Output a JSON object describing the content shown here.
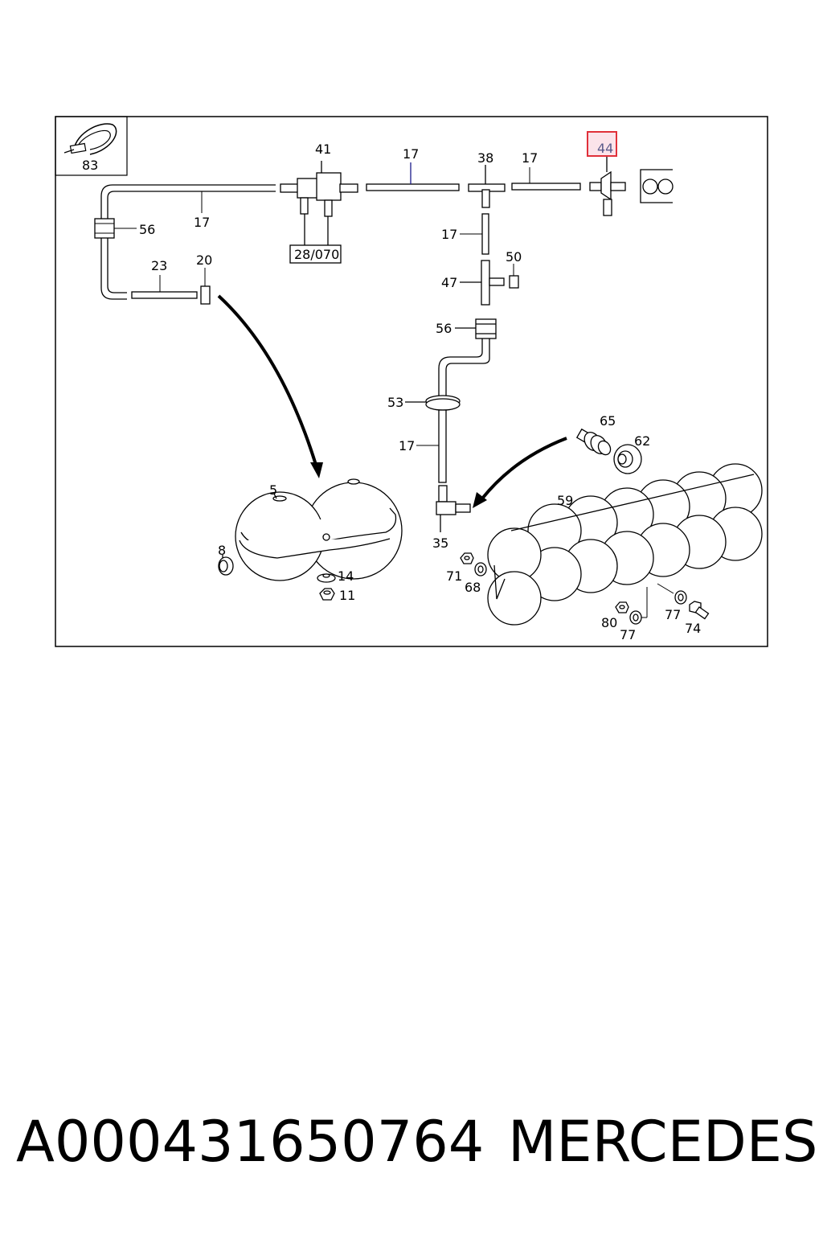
{
  "diagram": {
    "labels": {
      "l83": "83",
      "l41": "41",
      "l17a": "17",
      "l38": "38",
      "l17b": "17",
      "l44": "44",
      "l56a": "56",
      "l17c": "17",
      "l28070": "28/070",
      "l23": "23",
      "l20": "20",
      "l17d": "17",
      "l50": "50",
      "l47": "47",
      "l56b": "56",
      "l53": "53",
      "l17e": "17",
      "l65": "65",
      "l62": "62",
      "l59": "59",
      "l5": "5",
      "l8": "8",
      "l14": "14",
      "l11": "11",
      "l35": "35",
      "l71": "71",
      "l68": "68",
      "l80": "80",
      "l77a": "77",
      "l77b": "77",
      "l74": "74"
    },
    "highlighted_label": "44",
    "highlight_color": "#e0303a"
  },
  "footer": {
    "part_number": "A000431650764",
    "brand": "MERCEDES"
  }
}
